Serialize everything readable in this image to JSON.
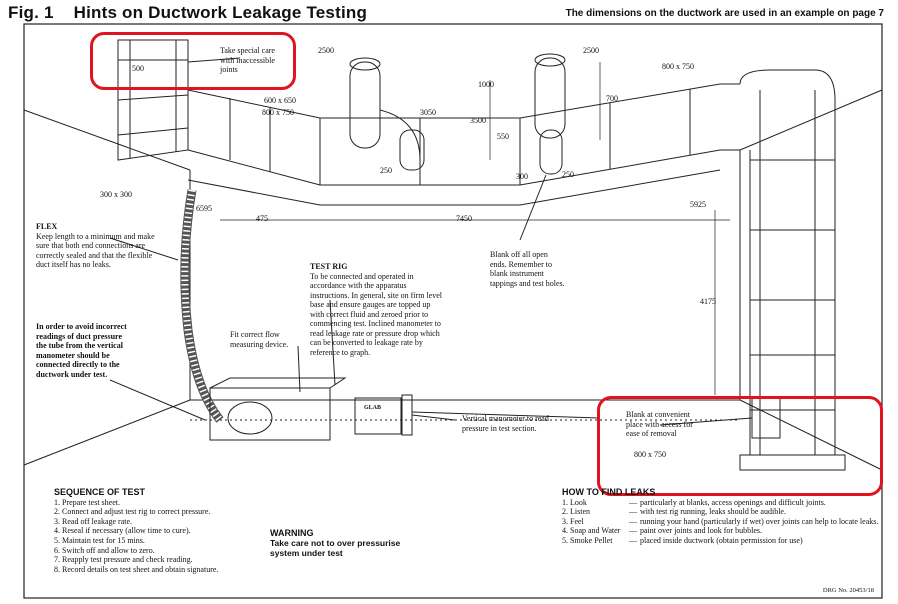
{
  "header": {
    "fig": "Fig. 1",
    "title": "Hints on Ductwork Leakage Testing",
    "note": "The dimensions on the ductwork are used in an example on page 7"
  },
  "dims": {
    "d500": "500",
    "d2500a": "2500",
    "d2500b": "2500",
    "d600x650": "600 x 650",
    "d800x750a": "800 x 750",
    "d800x750b": "800 x 750",
    "d1000": "1000",
    "d3050": "3050",
    "d3500": "3500",
    "d550": "550",
    "d700": "700",
    "d250a": "250",
    "d250b": "250",
    "d300": "300",
    "d300x300": "300 x 300",
    "d6595": "6595",
    "d475": "475",
    "d7450": "7450",
    "d5925": "5925",
    "d4175": "4175",
    "d800x750c": "800 x 750"
  },
  "callouts": {
    "special_care": "Take special care with inaccessible joints",
    "flex_title": "FLEX",
    "flex_body": "Keep length to a minimum and make sure that both end connections are correctly sealed and that the flexible duct itself has no leaks.",
    "avoid": "In order to avoid incorrect readings of duct pressure the tube from the vertical manometer should be connected directly to the ductwork under test.",
    "rig_title": "TEST RIG",
    "rig_body": "To be connected and operated in accordance with the apparatus instructions. In general, site on firm level base and ensure gauges are topped up with correct fluid and zeroed prior to commencing test. Inclined manometer to read leakage rate or pressure drop which can be converted to leakage rate by reference to graph.",
    "fit_flow": "Fit correct flow measuring device.",
    "blank_off": "Blank off all open ends. Remember to blank instrument tappings and test holes.",
    "vertical_mano": "Vertical manometer to read pressure in test section.",
    "blank_conv": "Blank at convenient place with access for ease of removal",
    "gauge_brand": "GLAB"
  },
  "sequence": {
    "title": "SEQUENCE OF TEST",
    "steps": [
      "1. Prepare test sheet.",
      "2. Connect and adjust test rig to correct pressure.",
      "3. Read off leakage rate.",
      "4. Reseal if necessary (allow time to cure).",
      "5. Maintain test for 15 mins.",
      "6. Switch off and allow to zero.",
      "7. Reapply test pressure and check reading.",
      "8. Record details on test sheet and obtain signature."
    ]
  },
  "warning": {
    "title": "WARNING",
    "lines": [
      "Take care not to over pressurise",
      "system under test"
    ]
  },
  "how_to_find": {
    "title": "HOW TO FIND LEAKS",
    "rows": [
      {
        "key": "1. Look",
        "dash": "—",
        "text": "particularly at blanks, access openings and difficult joints."
      },
      {
        "key": "2. Listen",
        "dash": "—",
        "text": "with test rig running, leaks should be audible."
      },
      {
        "key": "3. Feel",
        "dash": "—",
        "text": "running your hand (particularly if wet) over joints can help to locate leaks."
      },
      {
        "key": "4. Soap and Water",
        "dash": "—",
        "text": "paint over joints and look for bubbles."
      },
      {
        "key": "5. Smoke Pellet",
        "dash": "—",
        "text": "placed inside ductwork (obtain permission for use)"
      }
    ]
  },
  "drg": "DRG No. 20453/18",
  "highlight_color": "#e0141e"
}
